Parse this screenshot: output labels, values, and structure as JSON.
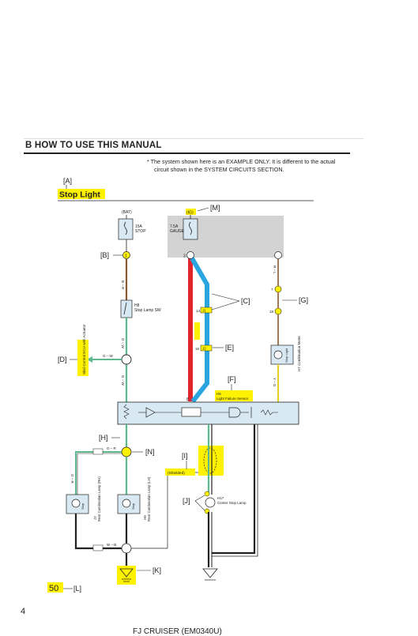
{
  "header": {
    "section_title": "B  HOW TO USE THIS MANUAL",
    "note_line1": "*  The system shown here is an EXAMPLE ONLY. It is different to the actual",
    "note_line2": "circuit shown in the SYSTEM CIRCUITS SECTION."
  },
  "diagram": {
    "title": "Stop Light",
    "callouts": {
      "A": "[A]",
      "B": "[B]",
      "C": "[C]",
      "D": "[D]",
      "E": "[E]",
      "F": "[F]",
      "G": "[G]",
      "H": "[H]",
      "I": "[I]",
      "J": "[J]",
      "K": "[K]",
      "L": "[L]",
      "M": "[M]",
      "N": "[N]"
    },
    "labels": {
      "bat": "(BAT)",
      "fuse_stop_amp": "15A",
      "fuse_stop_name": "STOP",
      "fuse_gauge_amp": "7.5A",
      "fuse_gauge_name": "GAUGE",
      "ig": "(IG)",
      "stop_sw_code": "H8",
      "stop_sw_name": "Stop Lamp SW",
      "h6_code": "H6",
      "h6_name": "Light Failure Sensor",
      "ecu_label": "Skid Control ECU with Actuator",
      "combo_meter": "H7 Combination Meter",
      "stop_light_warn": "Stop Light",
      "rear_combo_rh": "Rear Combination Lamp (RH)",
      "rear_combo_lh": "Rear Combination Lamp (LH)",
      "rear_rh_code": "J7",
      "rear_lh_code": "H9",
      "stop": "Stop",
      "center_code": "H17",
      "center_name": "Center Stop Lamp",
      "shielded": "(Shielded)",
      "page_ref": "50"
    },
    "wires": {
      "gw": "G – W",
      "gr1": "G – R",
      "gr2": "G – R",
      "wb": "W – B",
      "rl": "R – L",
      "yg": "Y – G"
    },
    "connectors": {
      "pin_bat": "1",
      "pin_3": "3",
      "pin_8": "8",
      "j1": "J1",
      "j2": "J2",
      "c7": "7",
      "c18": "18",
      "c14": "14",
      "c16": "16"
    },
    "colors": {
      "red_wire": "#e0242a",
      "blue_wire": "#2aa5df",
      "green_wire": "#5fb98f",
      "yellow_wire": "#e8d020",
      "brown_wire": "#8b5a2b",
      "highlight": "#fff200",
      "module_fill": "#d8e9f3",
      "gray_box": "#d3d3d3"
    }
  },
  "page": {
    "number": "4",
    "footer": "FJ CRUISER (EM0340U)"
  }
}
